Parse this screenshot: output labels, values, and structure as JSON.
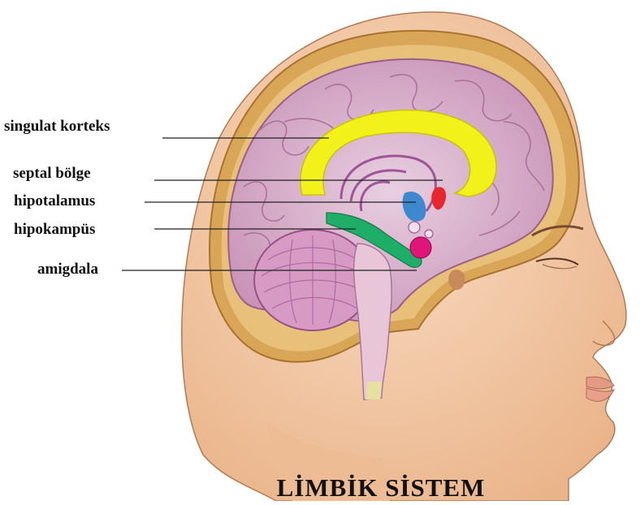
{
  "title": "LİMBİK SİSTEM",
  "labels": {
    "cingulate": "singulat korteks",
    "septal": "septal bölge",
    "hypothalamus": "hipotalamus",
    "hippocampus": "hipokampüs",
    "amygdala": "amigdala"
  },
  "colors": {
    "cingulate": "#f2f21a",
    "septal": "#e8262e",
    "hypothalamus": "#3e88cf",
    "hippocampus": "#1fae68",
    "amygdala": "#e0157a",
    "skin": "#f4caa6",
    "skull": "#d9a556",
    "brain": "#d9b0c9"
  }
}
